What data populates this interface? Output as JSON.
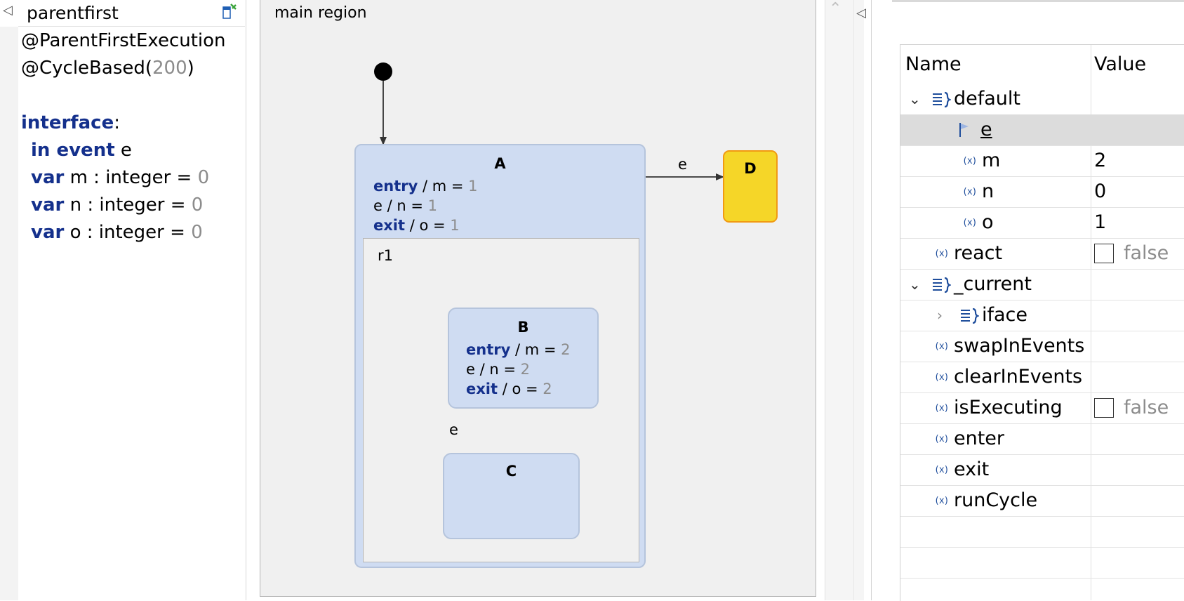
{
  "definition": {
    "title": "parentfirst",
    "annotations": [
      "@ParentFirstExecution",
      "@CycleBased(",
      "200",
      ")"
    ],
    "interface_kw": "interface",
    "interface_colon": ":",
    "event_kw": "in event",
    "event_name": " e",
    "vars": [
      {
        "kw": "var",
        "decl": " m : integer = ",
        "value": "0"
      },
      {
        "kw": "var",
        "decl": " n : integer = ",
        "value": "0"
      },
      {
        "kw": "var",
        "decl": " o : integer = ",
        "value": "0"
      }
    ]
  },
  "diagram": {
    "region_label": "main region",
    "state_A": {
      "name": "A",
      "entry_kw": "entry",
      "entry_text": " / m = ",
      "entry_val": "1",
      "local_text": "e / n = ",
      "local_val": "1",
      "exit_kw": "exit",
      "exit_text": " / o = ",
      "exit_val": "1"
    },
    "subregion_label": "r1",
    "state_B": {
      "name": "B",
      "entry_kw": "entry",
      "entry_text": " / m = ",
      "entry_val": "2",
      "local_text": "e / n = ",
      "local_val": "2",
      "exit_kw": "exit",
      "exit_text": " / o = ",
      "exit_val": "2"
    },
    "state_C": {
      "name": "C"
    },
    "state_D": {
      "name": "D"
    },
    "transition_AD_label": "e",
    "transition_BC_label": "e"
  },
  "variables": {
    "col_name": "Name",
    "col_value": "Value",
    "rows": [
      {
        "name": "default",
        "value": ""
      },
      {
        "name": "e",
        "value": ""
      },
      {
        "name": "m",
        "value": "2"
      },
      {
        "name": "n",
        "value": "0"
      },
      {
        "name": "o",
        "value": "1"
      },
      {
        "name": "react",
        "value": "false"
      },
      {
        "name": "_current",
        "value": ""
      },
      {
        "name": "iface",
        "value": ""
      },
      {
        "name": "swapInEvents",
        "value": ""
      },
      {
        "name": "clearInEvents",
        "value": ""
      },
      {
        "name": "isExecuting",
        "value": "false"
      },
      {
        "name": "enter",
        "value": ""
      },
      {
        "name": "exit",
        "value": ""
      },
      {
        "name": "runCycle",
        "value": ""
      }
    ]
  },
  "colors": {
    "state_fill": "#cfdcf2",
    "active_state_fill": "#f5d628",
    "active_state_border": "#f19a12",
    "keyword": "#14308c"
  }
}
